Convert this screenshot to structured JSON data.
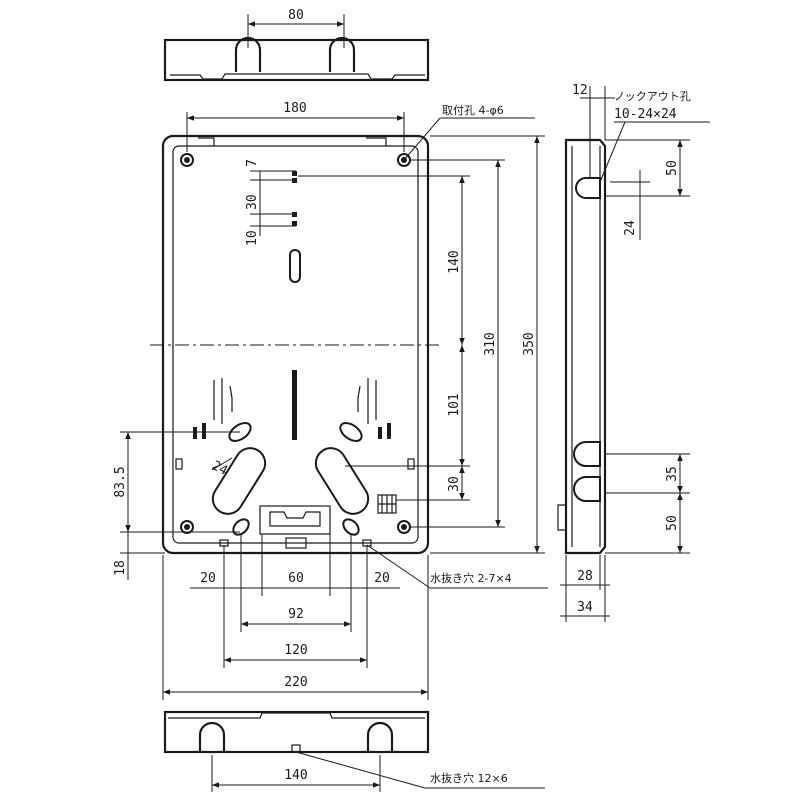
{
  "drawing": {
    "top_view": {
      "dim_80": "80"
    },
    "front_view": {
      "dim_180": "180",
      "dim_220": "220",
      "dim_60": "60",
      "dim_20_left": "20",
      "dim_20_right": "20",
      "dim_92": "92",
      "dim_120": "120",
      "dim_18": "18",
      "dim_83_5": "83.5",
      "dim_24_slot": "24",
      "dim_7": "7",
      "dim_30_upper": "30",
      "dim_10": "10",
      "dim_140_vertical": "140",
      "dim_310": "310",
      "dim_350": "350",
      "dim_101": "101",
      "dim_30_lower": "30"
    },
    "side_view": {
      "dim_12": "12",
      "dim_50_top": "50",
      "dim_24": "24",
      "dim_35": "35",
      "dim_50_bottom": "50",
      "dim_28": "28",
      "dim_34": "34"
    },
    "bottom_view": {
      "dim_140": "140"
    },
    "notes": {
      "mounting_hole": "取付孔 4-φ6",
      "knockout_title": "ノックアウト孔",
      "knockout_size": "10-24×24",
      "drain_hole_front": "水抜き穴 2-7×4",
      "drain_hole_bottom": "水抜き穴 12×6"
    }
  }
}
